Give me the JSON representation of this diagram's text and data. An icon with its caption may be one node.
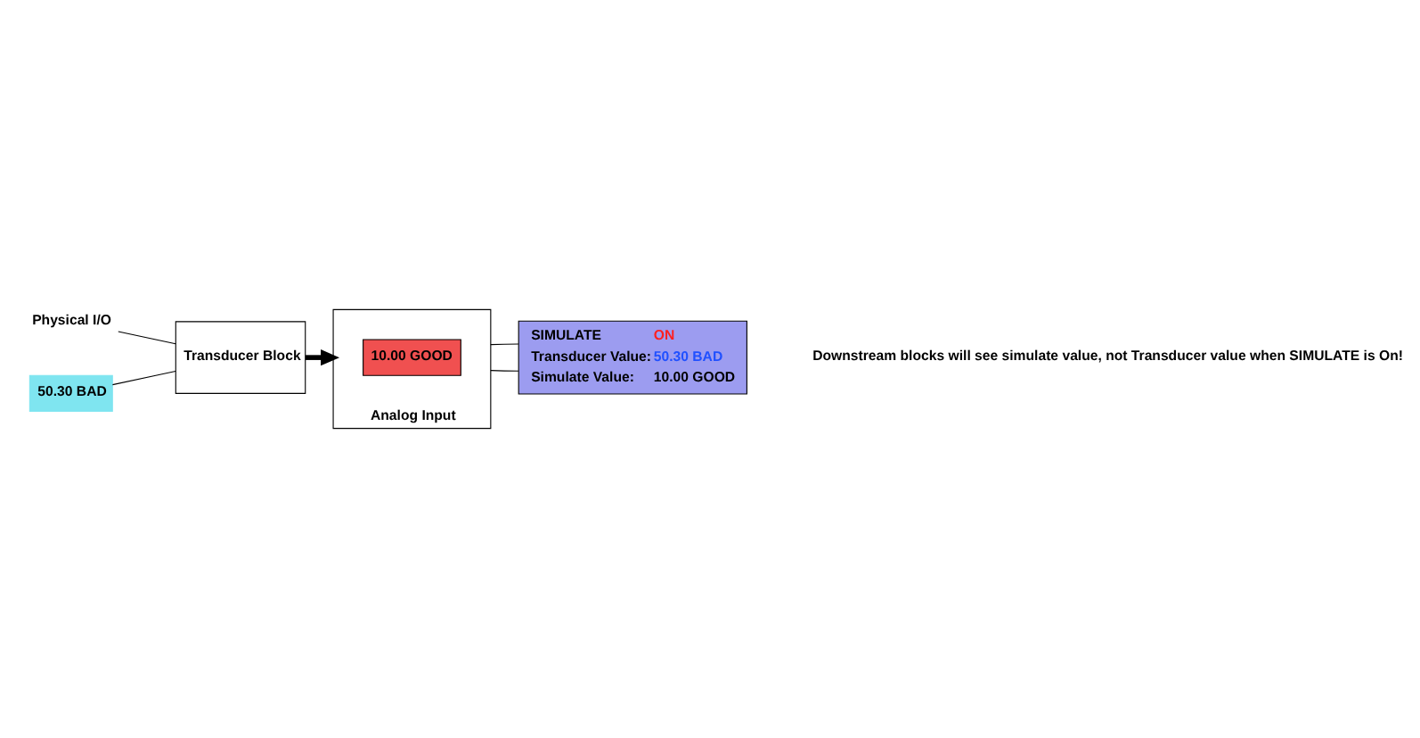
{
  "diagram": {
    "nodes": [
      {
        "text": [
          "Physical I/O"
        ]
      },
      {
        "text": [
          "50.30 BAD"
        ]
      },
      {
        "text": [
          "Transducer Block"
        ]
      },
      {
        "text": [
          "Analog Input"
        ]
      },
      {
        "text": [
          "10.00 GOOD"
        ],
        "in": 3
      },
      {
        "text": [
          "SIMULATE",
          "ON",
          "Transducer Value:",
          "50.30 BAD",
          "Simulate Value:",
          "10.00 GOOD"
        ]
      }
    ],
    "edges": [
      {
        "from": 0,
        "to": 2,
        "arrow": "none"
      },
      {
        "from": 1,
        "to": 2,
        "arrow": "none"
      },
      {
        "from": 2,
        "to": 3,
        "arrow": "to",
        "style": "thick"
      },
      {
        "from": 3,
        "to": 5,
        "arrow": "none"
      },
      {
        "from": 3,
        "to": 5,
        "arrow": "none"
      }
    ],
    "labels": [
      "Downstream blocks will see simulate value, not Transducer value when SIMULATE is On!"
    ]
  }
}
